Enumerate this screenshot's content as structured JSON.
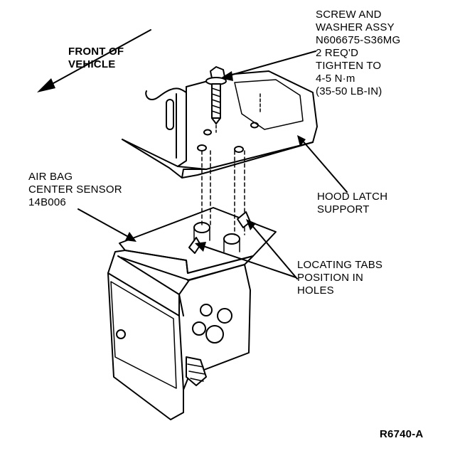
{
  "labels": {
    "front": [
      "FRONT OF",
      "VEHICLE"
    ],
    "screw": [
      "SCREW AND",
      "WASHER ASSY",
      "N606675-S36MG",
      "2 REQ'D",
      "TIGHTEN TO",
      "4-5 N·m",
      "(35-50 LB-IN)"
    ],
    "sensor": [
      "AIR BAG",
      "CENTER SENSOR",
      "14B006"
    ],
    "hood": [
      "HOOD LATCH",
      "SUPPORT"
    ],
    "tabs": [
      "LOCATING TABS",
      "POSITION IN",
      "HOLES"
    ],
    "figure_id": "R6740-A"
  }
}
